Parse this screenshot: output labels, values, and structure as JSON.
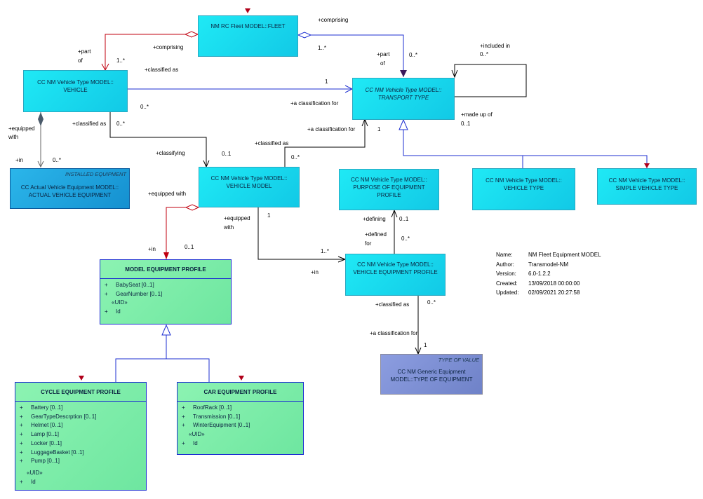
{
  "boxes": {
    "fleet": {
      "title": "NM RC Fleet MODEL::FLEET"
    },
    "vehicle": {
      "line1": "CC NM Vehicle Type MODEL::",
      "line2": "VEHICLE"
    },
    "transport_type": {
      "line1": "CC NM Vehicle Type MODEL::",
      "line2": "TRANSPORT TYPE"
    },
    "installed": {
      "stereotype": "INSTALLED EQUIPMENT",
      "line1": "CC Actual Vehicle Equipment MODEL::",
      "line2": "ACTUAL VEHICLE EQUIPMENT"
    },
    "vehicle_model": {
      "line1": "CC NM Vehicle Type MODEL::",
      "line2": "VEHICLE MODEL"
    },
    "purpose": {
      "line1": "CC NM Vehicle Type MODEL::",
      "line2": "PURPOSE OF EQUIPMENT",
      "line3": "PROFILE"
    },
    "vehicle_type": {
      "line1": "CC NM Vehicle Type MODEL::",
      "line2": "VEHICLE TYPE"
    },
    "simple_vehicle_type": {
      "line1": "CC NM Vehicle Type MODEL::",
      "line2": "SIMPLE VEHICLE TYPE"
    },
    "vehicle_equipment_profile": {
      "line1": "CC NM Vehicle Type MODEL::",
      "line2": "VEHICLE EQUIPMENT PROFILE"
    },
    "type_of_equipment": {
      "stereotype": "TYPE OF VALUE",
      "line1": "CC NM Generic Equipment",
      "line2": "MODEL::TYPE OF EQUIPMENT"
    },
    "model_equipment_profile": {
      "title": "MODEL EQUIPMENT PROFILE",
      "attributes": [
        {
          "vis": "+",
          "name": "BabySeat [0..1]"
        },
        {
          "vis": "+",
          "name": "GearNumber [0..1]"
        }
      ],
      "uid_label": "«UID»",
      "uid": {
        "vis": "+",
        "name": "Id"
      }
    },
    "cycle_equipment_profile": {
      "title": "CYCLE EQUIPMENT PROFILE",
      "attributes": [
        {
          "vis": "+",
          "name": "Battery [0..1]"
        },
        {
          "vis": "+",
          "name": "GearTypeDescrption [0..1]"
        },
        {
          "vis": "+",
          "name": "Helmet [0..1]"
        },
        {
          "vis": "+",
          "name": "Lamp [0..1]"
        },
        {
          "vis": "+",
          "name": "Locker [0..1]"
        },
        {
          "vis": "+",
          "name": "LuggageBasket [0..1]"
        },
        {
          "vis": "+",
          "name": "Pump [0..1]"
        }
      ],
      "uid_label": "«UID»",
      "uid": {
        "vis": "+",
        "name": "Id"
      }
    },
    "car_equipment_profile": {
      "title": "CAR EQUIPMENT PROFILE",
      "attributes": [
        {
          "vis": "+",
          "name": "RoofRack [0..1]"
        },
        {
          "vis": "+",
          "name": "Transmission [0..1]"
        },
        {
          "vis": "+",
          "name": "WinterEquipment [0..1]"
        }
      ],
      "uid_label": "«UID»",
      "uid": {
        "vis": "+",
        "name": "Id"
      }
    }
  },
  "labels": {
    "comprising_top": "+comprising",
    "comprising_left": "+comprising",
    "one_many_fleet_right": "1..*",
    "zero_many_tt_top": "0..*",
    "part_of_left_1": "+part",
    "part_of_left_2": "of",
    "one_many_vehicle": "1..*",
    "part_of_right_1": "+part",
    "part_of_right_2": "of",
    "included_in": "+included in",
    "zero_many_included": "0..*",
    "classified_as_vehicle": "+classified as",
    "one_vehicle_tt": "1",
    "classification_for_vehicle": "+a classification for",
    "zero_many_vehicle_tt": "0..*",
    "made_up_of": "+made up of",
    "zero_one_made": "0..1",
    "equipped_with_1": "+equipped",
    "equipped_with_2": "with",
    "classified_as_left": "+classified as",
    "zero_many_classified_left": "0..*",
    "classification_for_vm": "+a classification for",
    "one_vm_tt": "1",
    "in_installed": "+in",
    "zero_many_installed": "0..*",
    "classifying": "+classifying",
    "zero_one_classifying": "0..1",
    "classified_as_vm": "+classified as",
    "zero_many_vm": "0..*",
    "equipped_with_vm": "+equipped with",
    "in_mep": "+in",
    "zero_one_mep": "0..1",
    "equipped_1": "+equipped",
    "equipped_2": "with",
    "one_vm": "1",
    "one_many_vep": "1..*",
    "in_vep": "+in",
    "defining": "+defining",
    "zero_one_defining": "0..1",
    "defined_for_1": "+defined",
    "defined_for_2": "for",
    "zero_many_defined": "0..*",
    "classified_as_vep": "+classified as",
    "zero_many_vep": "0..*",
    "classification_for_toe": "+a classification for",
    "one_toe": "1"
  },
  "metadata": {
    "name_key": "Name:",
    "name_val": "NM Fleet Equipment MODEL",
    "author_key": "Author:",
    "author_val": "Transmodel-NM",
    "version_key": "Version:",
    "version_val": "6.0-1.2.2",
    "created_key": "Created:",
    "created_val": "13/09/2018 00:00:00",
    "updated_key": "Updated:",
    "updated_val": "02/09/2021 20:27:58"
  },
  "colors": {
    "class_cyan": "#1fe9f5",
    "installed_blue": "#2bb6ea",
    "value_grey": "#8c9de0",
    "profile_green": "#8cf3b2",
    "assoc_red": "#c0000f",
    "assoc_blue": "#1d2fd1",
    "flag_red": "#b0001a"
  }
}
